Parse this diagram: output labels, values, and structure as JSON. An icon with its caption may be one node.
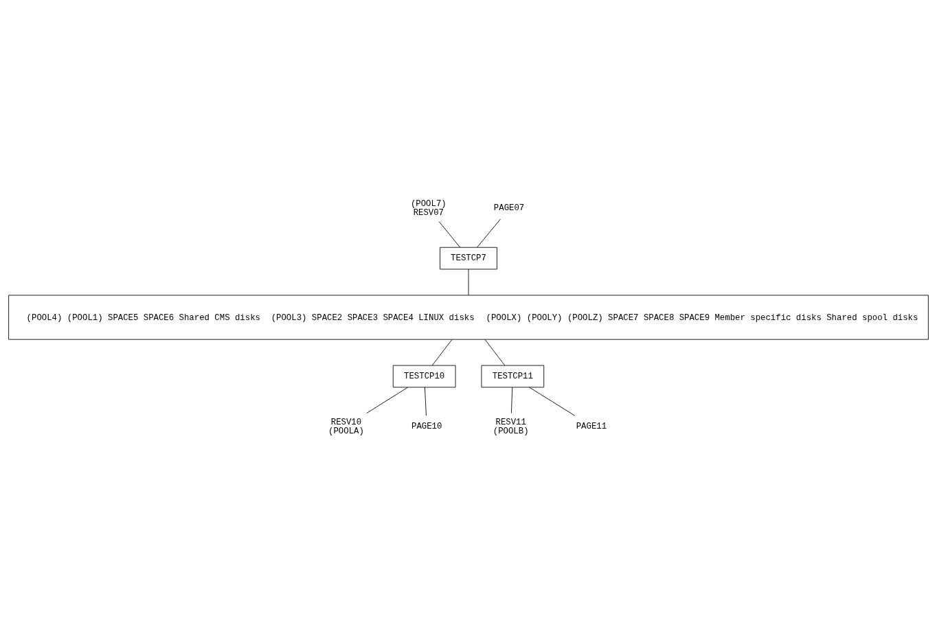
{
  "diagram": {
    "nodes": [
      {
        "text": [
          "(POOL7)",
          "RESV07"
        ]
      },
      {
        "text": [
          "PAGE07"
        ]
      },
      {
        "text": [
          "TESTCP7"
        ]
      },
      {
        "text": [
          "(POOL4) (POOL1) SPACE5 SPACE6 Shared CMS disks",
          "(POOL3) SPACE2 SPACE3 SPACE4 LINUX disks",
          "(POOLX) (POOLY) (POOLZ) SPACE7 SPACE8 SPACE9 Member specific disks Shared spool disks"
        ]
      },
      {
        "text": [
          "TESTCP10"
        ]
      },
      {
        "text": [
          "RESV10",
          "(POOLA)"
        ]
      },
      {
        "text": [
          "PAGE10"
        ]
      },
      {
        "text": [
          "TESTCP11"
        ]
      },
      {
        "text": [
          "RESV11",
          "(POOLB)"
        ]
      },
      {
        "text": [
          "PAGE11"
        ]
      }
    ],
    "edges": [
      {
        "from": 0,
        "to": 2,
        "arrow": "none"
      },
      {
        "from": 1,
        "to": 2,
        "arrow": "none"
      },
      {
        "from": 2,
        "to": 3,
        "arrow": "none"
      },
      {
        "from": 3,
        "to": 4,
        "arrow": "none"
      },
      {
        "from": 4,
        "to": 5,
        "arrow": "none"
      },
      {
        "from": 4,
        "to": 6,
        "arrow": "none"
      },
      {
        "from": 3,
        "to": 7,
        "arrow": "none"
      },
      {
        "from": 7,
        "to": 8,
        "arrow": "none"
      },
      {
        "from": 7,
        "to": 9,
        "arrow": "none"
      }
    ]
  }
}
